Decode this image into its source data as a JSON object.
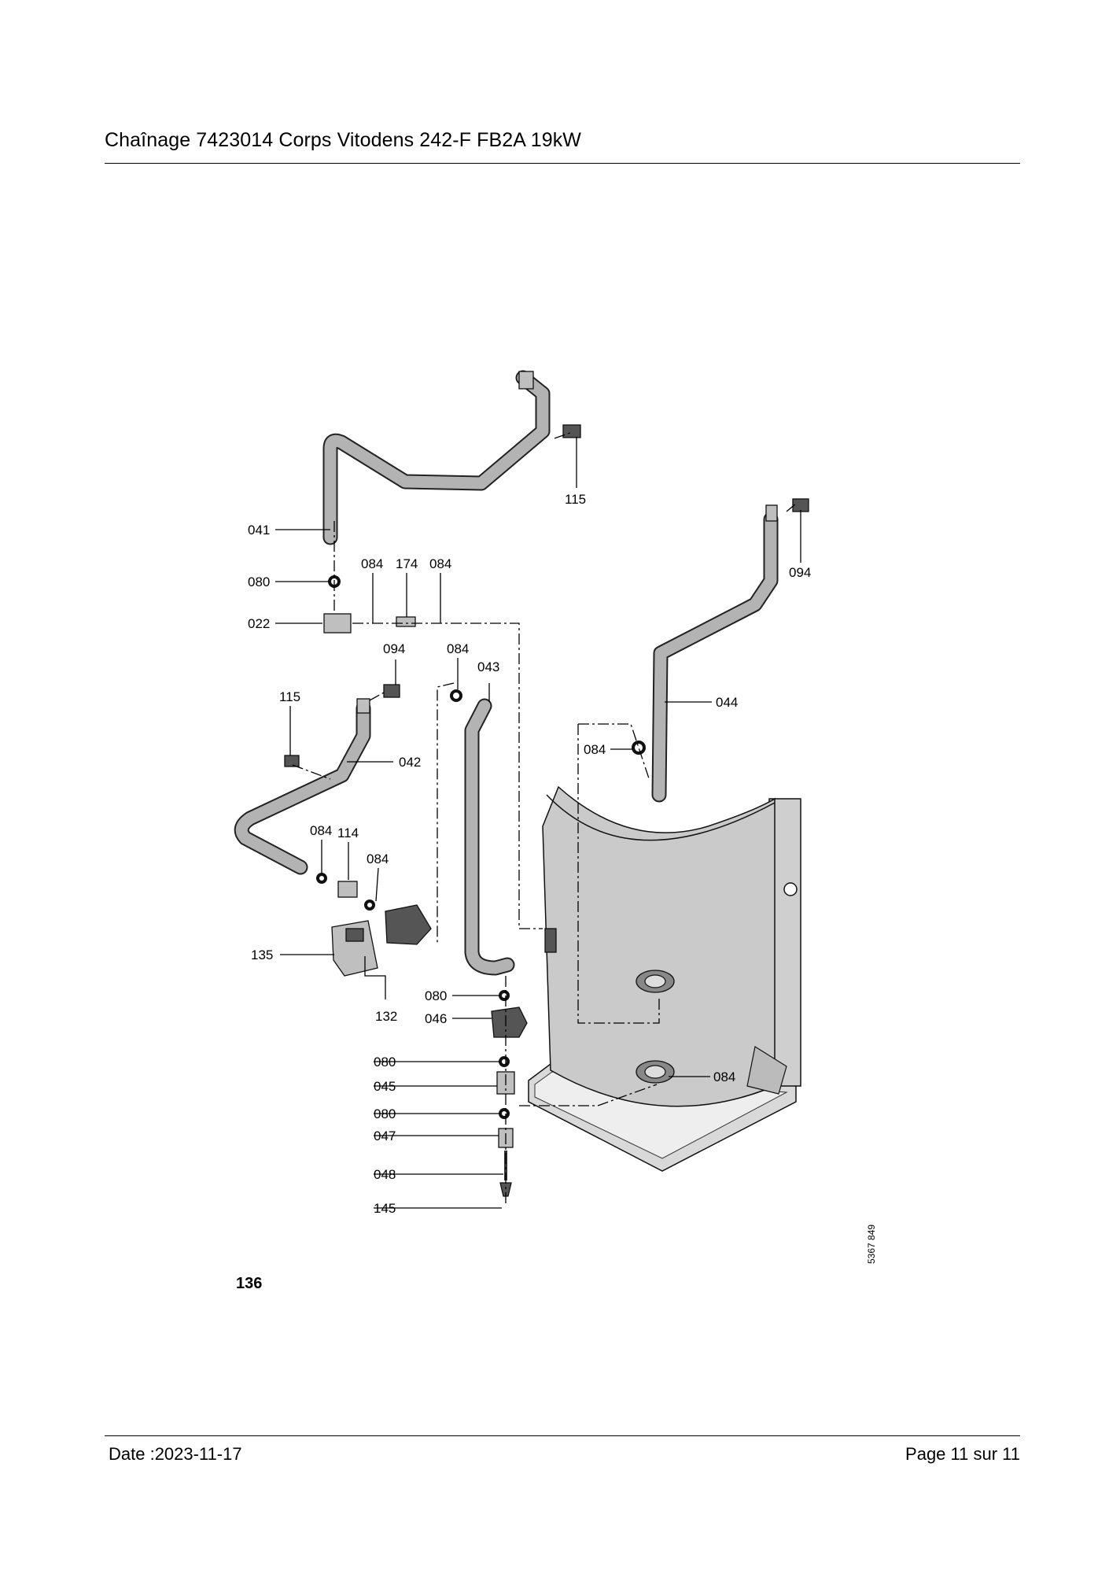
{
  "header": {
    "title": "Chaînage 7423014 Corps Vitodens 242-F FB2A 19kW"
  },
  "footer": {
    "date": "Date :2023-11-17",
    "page": "Page 11 sur  11"
  },
  "diagram": {
    "figure_id": "136",
    "drawing_number": "5367 849",
    "labels": {
      "l041": "041",
      "l080a": "080",
      "l022": "022",
      "l084a": "084",
      "l174": "174",
      "l084b": "084",
      "l115a": "115",
      "l094a": "094",
      "l094b": "094",
      "l084c": "084",
      "l043": "043",
      "l115b": "115",
      "l042": "042",
      "l044": "044",
      "l084d": "084",
      "l084e": "084",
      "l114": "114",
      "l084f": "084",
      "l135": "135",
      "l132": "132",
      "l080b": "080",
      "l046": "046",
      "l080c": "080",
      "l045": "045",
      "l080d": "080",
      "l047": "047",
      "l048": "048",
      "l145": "145",
      "l084g": "084"
    }
  }
}
